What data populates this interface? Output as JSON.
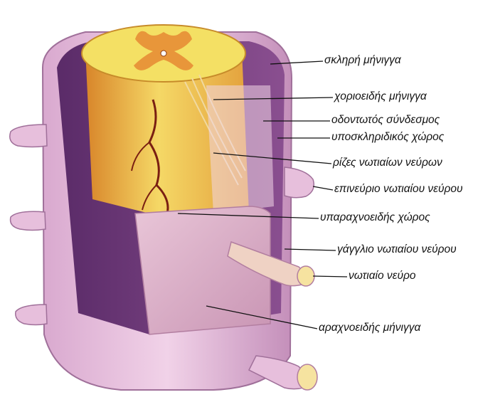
{
  "colors": {
    "dura": "#e8c2de",
    "dura_dark": "#b983ad",
    "dura_inner": "#6c3b78",
    "cord_yellow": "#f2d43a",
    "cord_orange": "#d98a2a",
    "gray_matter": "#e8963a",
    "arachnoid": "#dcb0c8",
    "vessel": "#7a1f12"
  },
  "labels": [
    {
      "id": "dura-mater",
      "text": "σκληρή μήνιγγα"
    },
    {
      "id": "pia-mater",
      "text": "χοριοειδής μήνιγγα"
    },
    {
      "id": "denticulate-ligament",
      "text": "οδοντωτός σύνδεσμος"
    },
    {
      "id": "subdural-space",
      "text": "υποσκληριδικός χώρος"
    },
    {
      "id": "nerve-roots",
      "text": "ρίζες νωτιαίων νεύρων"
    },
    {
      "id": "epineurium",
      "text": "επινεύριο νωτιαίου νεύρου"
    },
    {
      "id": "subarachnoid-space",
      "text": "υπαραχνοειδής χώρος"
    },
    {
      "id": "spinal-ganglion",
      "text": "γάγγλιο νωτιαίου νεύρου"
    },
    {
      "id": "spinal-nerve",
      "text": "νωτιαίο νεύρο"
    },
    {
      "id": "arachnoid-mater",
      "text": "αραχνοειδής μήνιγγα"
    }
  ]
}
